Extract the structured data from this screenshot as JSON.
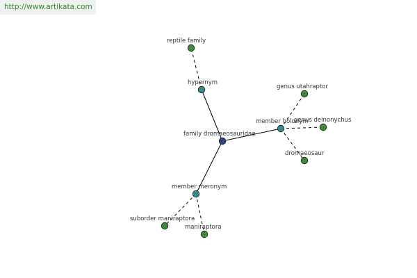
{
  "site": {
    "url": "http://www.artikata.com"
  },
  "colors": {
    "center_node": "#2e3f8f",
    "relation_node": "#3a8a8a",
    "leaf_node": "#3f8a3a",
    "banner_text": "#2d8a2d"
  },
  "graph": {
    "center": {
      "id": "family-dromaeosauridae",
      "label": "family dromaeosauridae"
    },
    "relations": [
      {
        "id": "hypernym",
        "label": "hypernym",
        "children": [
          {
            "id": "reptile-family",
            "label": "reptile family"
          }
        ]
      },
      {
        "id": "member-holonym",
        "label": "member holonym",
        "children": [
          {
            "id": "genus-utahraptor",
            "label": "genus utahraptor"
          },
          {
            "id": "genus-deinonychus",
            "label": "genus deinonychus"
          },
          {
            "id": "dromaeosaur",
            "label": "dromaeosaur"
          }
        ]
      },
      {
        "id": "member-meronym",
        "label": "member meronym",
        "children": [
          {
            "id": "suborder-maniraptora",
            "label": "suborder maniraptora"
          },
          {
            "id": "maniraptora",
            "label": "maniraptora"
          }
        ]
      }
    ]
  }
}
